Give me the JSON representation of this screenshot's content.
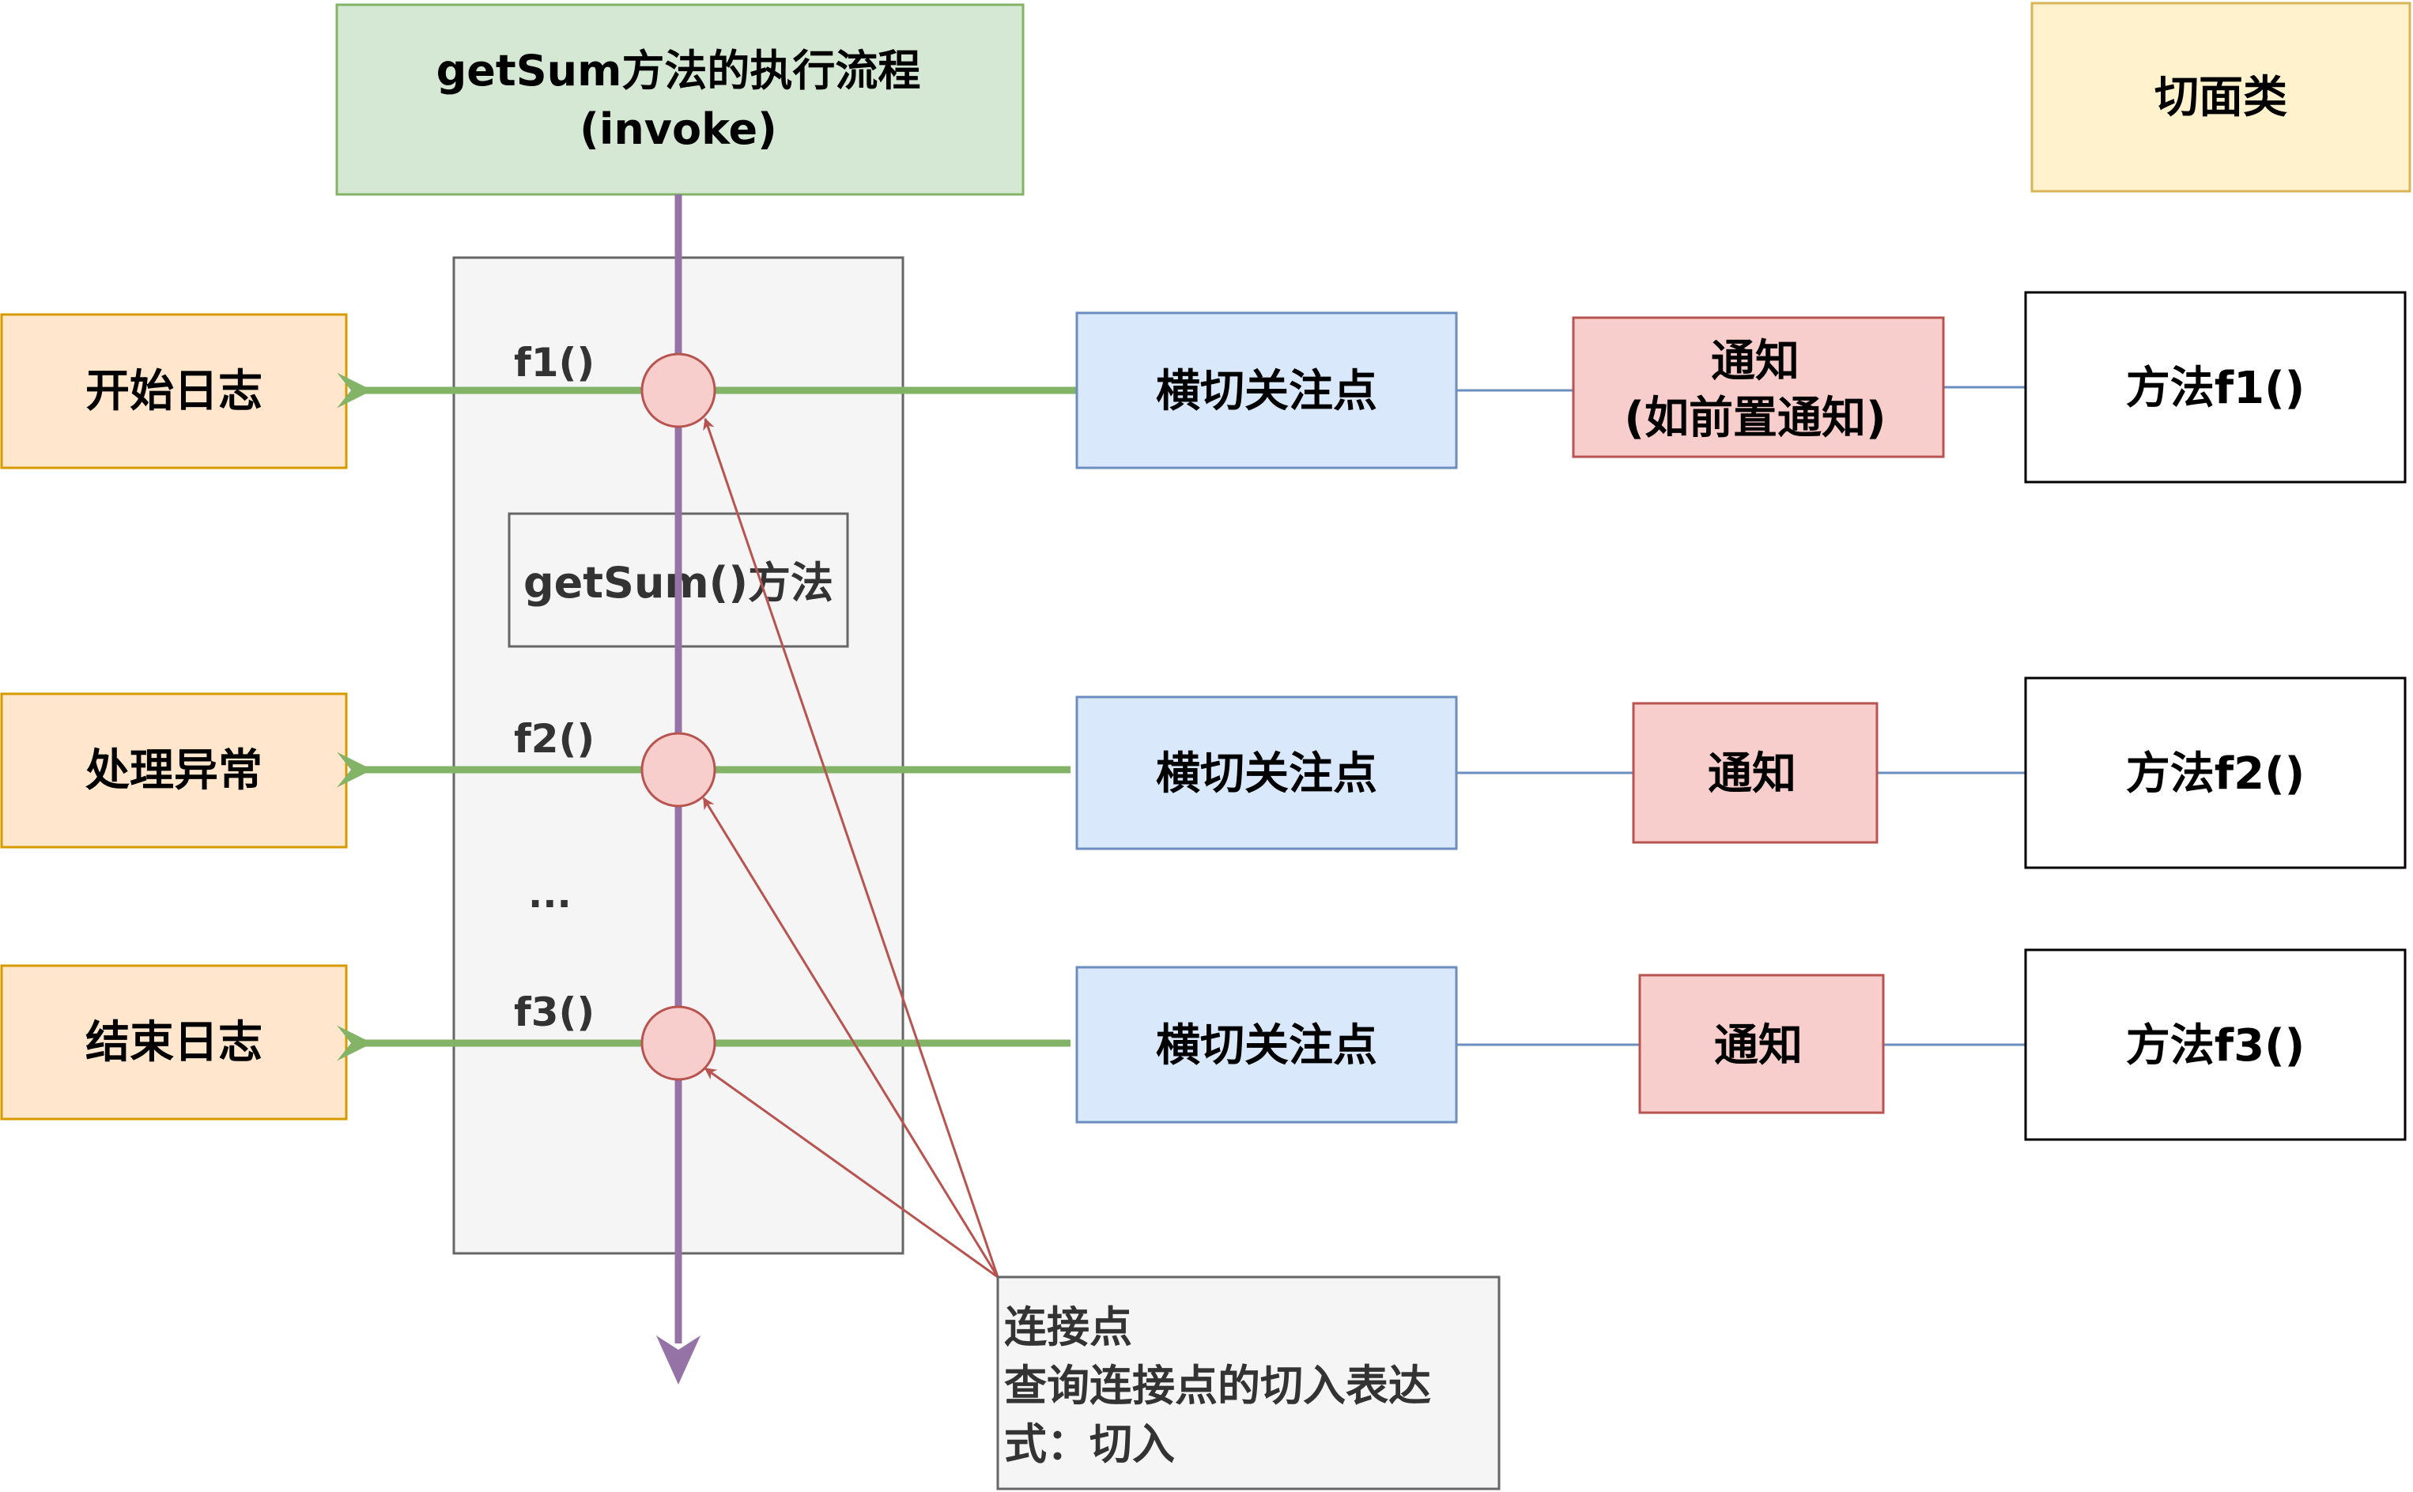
{
  "title": {
    "line1": "getSum方法的执行流程",
    "line2": "(invoke)"
  },
  "aspect_class": "切面类",
  "method_box": "getSum()方法",
  "ellipsis": "...",
  "join_points": [
    {
      "label": "f1()",
      "log": "开始日志",
      "pointcut": "横切关注点",
      "advice_line1": "通知",
      "advice_line2": "(如前置通知)",
      "method": "方法f1()"
    },
    {
      "label": "f2()",
      "log": "处理异常",
      "pointcut": "横切关注点",
      "advice_line1": "通知",
      "advice_line2": "",
      "method": "方法f2()"
    },
    {
      "label": "f3()",
      "log": "结束日志",
      "pointcut": "横切关注点",
      "advice_line1": "通知",
      "advice_line2": "",
      "method": "方法f3()"
    }
  ],
  "note": {
    "line1": "连接点",
    "line2": "查询连接点的切入表达",
    "line3": "式：切入"
  },
  "colors": {
    "title_fill": "#d5e8d4",
    "title_stroke": "#82b366",
    "aspect_fill": "#fff2cc",
    "aspect_stroke": "#d6b656",
    "log_fill": "#ffe6cc",
    "log_stroke": "#d79b00",
    "pointcut_fill": "#dae8fc",
    "pointcut_stroke": "#6c8ebf",
    "advice_fill": "#f8cecc",
    "advice_stroke": "#b85450",
    "flow_line": "#9673a6",
    "green_arrow": "#82b366",
    "container_fill": "#f5f5f5",
    "container_stroke": "#666666"
  }
}
